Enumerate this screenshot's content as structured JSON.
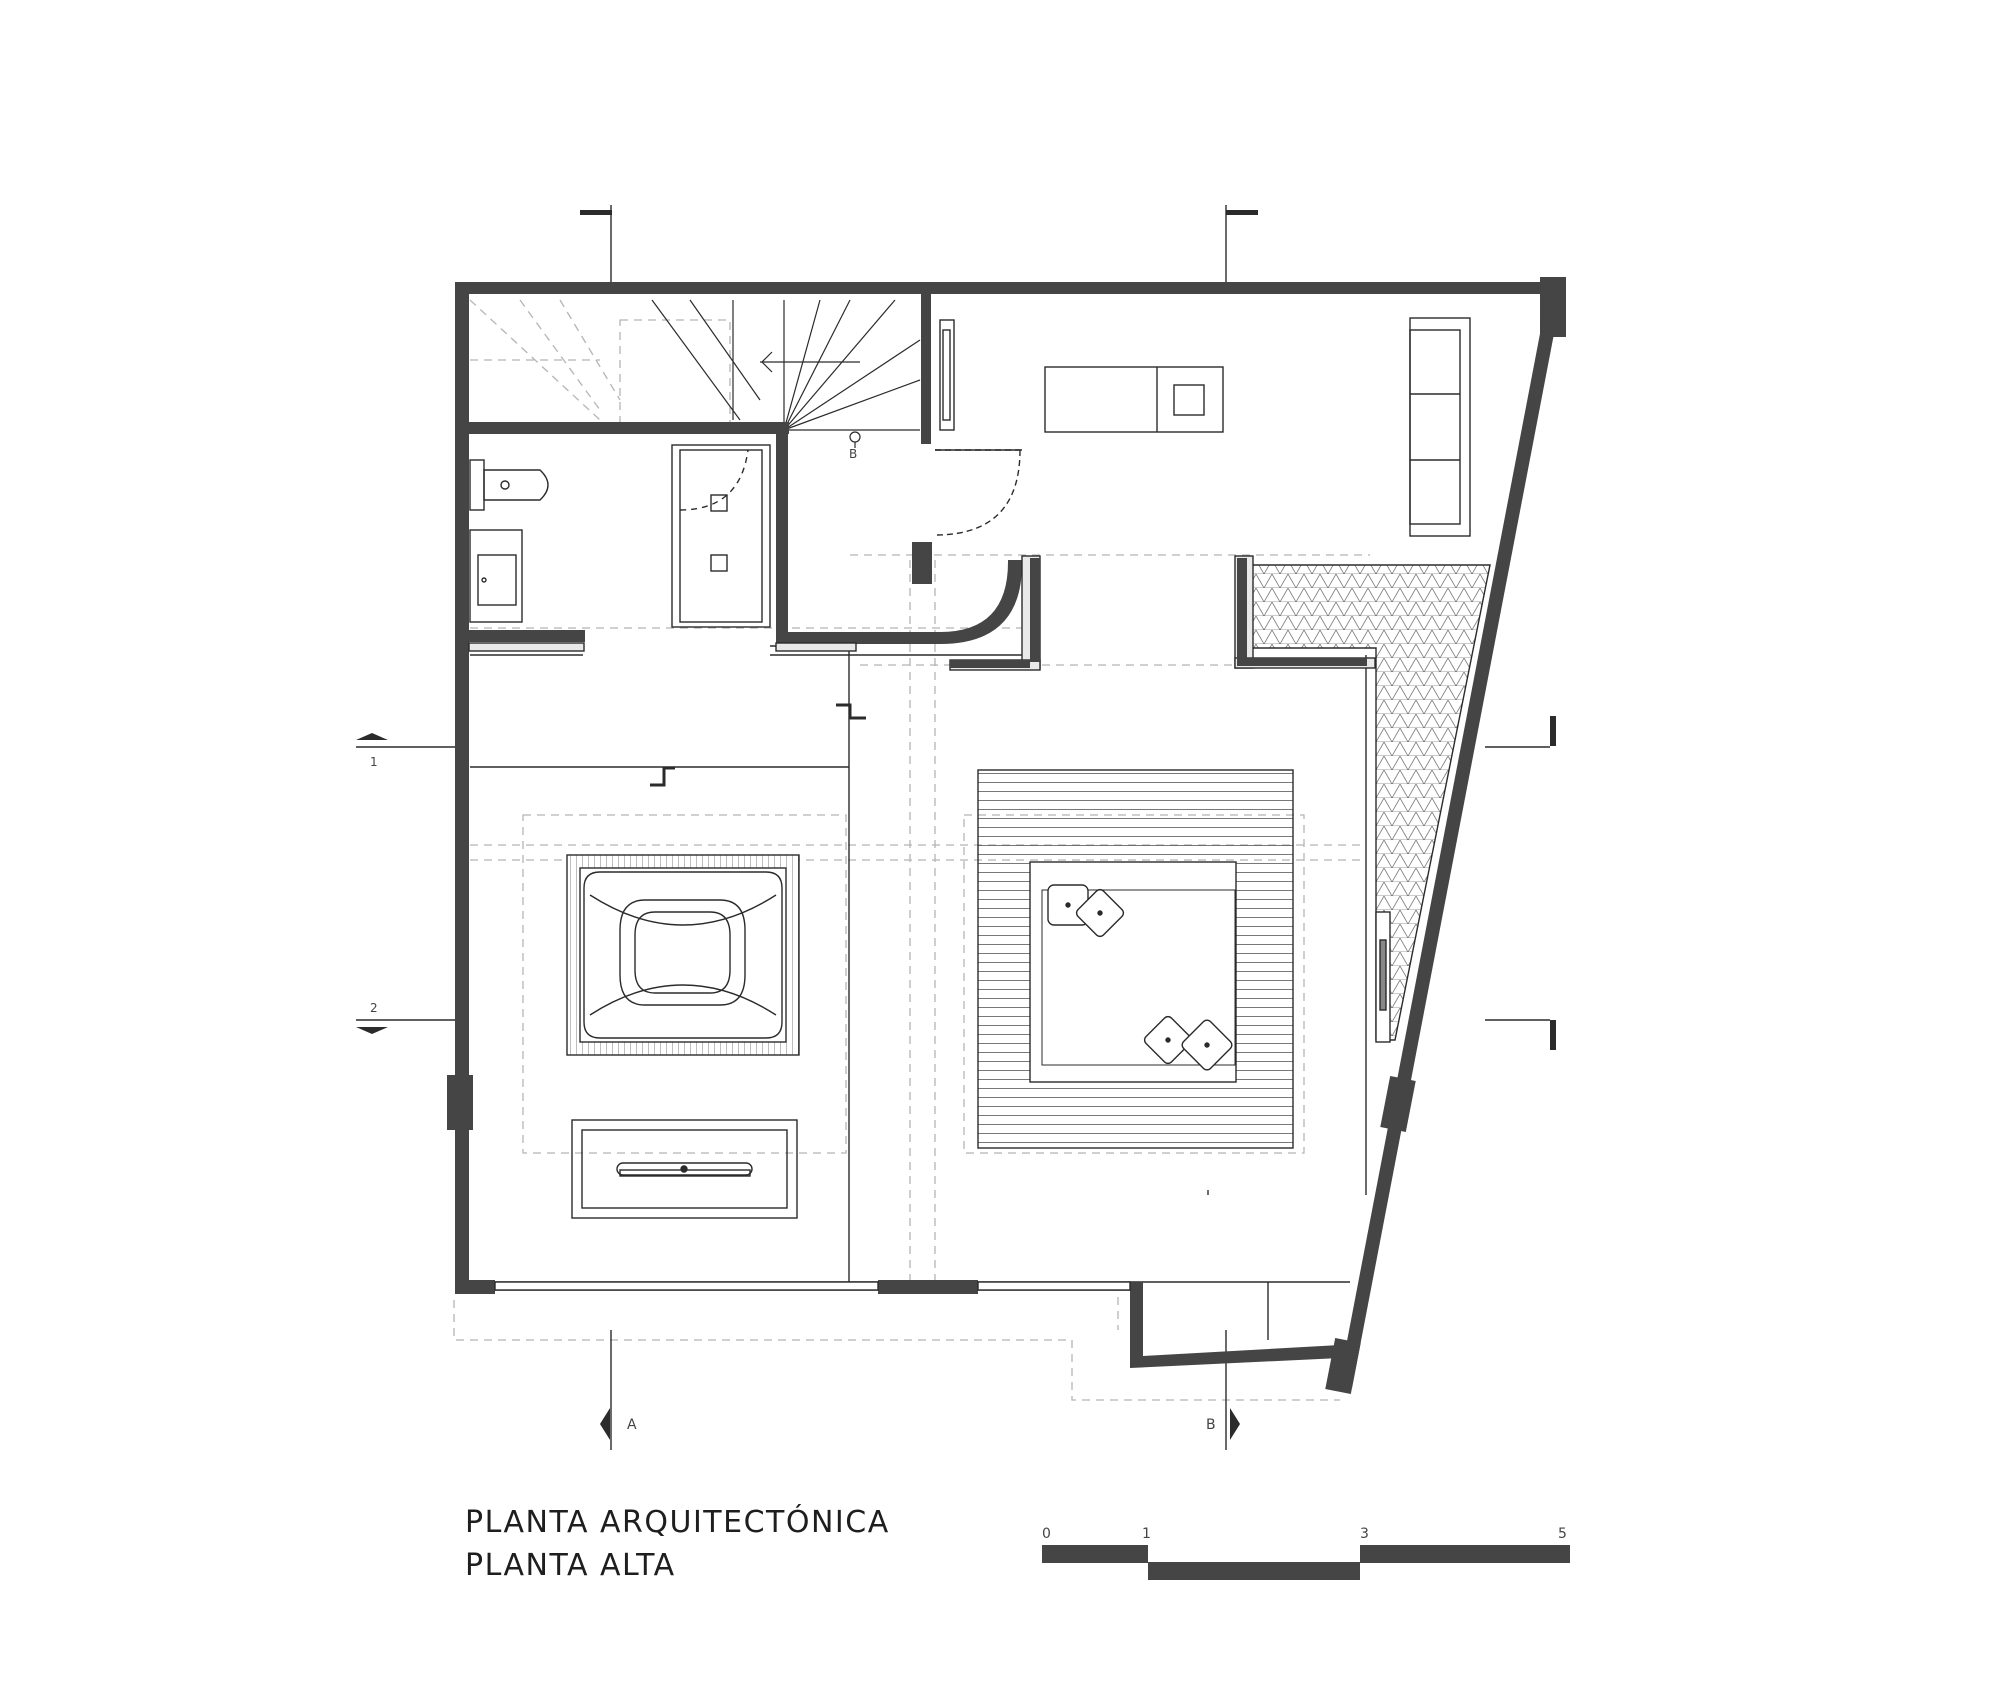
{
  "title": {
    "line1": "PLANTA ARQUITECTÓNICA",
    "line2": "PLANTA ALTA"
  },
  "section_markers": {
    "left_1": "1",
    "left_2": "2",
    "bottom_a": "A",
    "bottom_b": "B",
    "stair_b": "B"
  },
  "scale_bar": {
    "ticks": [
      "0",
      "1",
      "3",
      "5"
    ]
  },
  "colors": {
    "wall": "#454545",
    "line": "#2b2b2b",
    "hidden_line": "#b5b5b5"
  }
}
